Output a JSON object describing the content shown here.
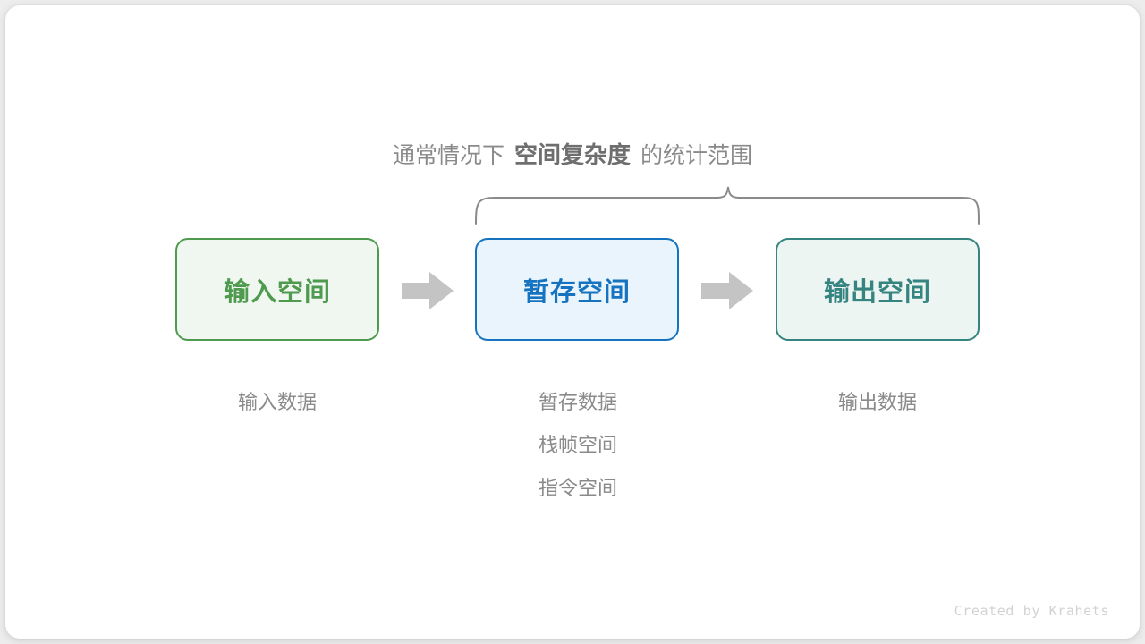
{
  "figure": {
    "background_color": "#ededed",
    "card_color": "#ffffff",
    "watermark": "Created by Krahets"
  },
  "heading": {
    "prefix": "通常情况下",
    "emphasis": "空间复杂度",
    "suffix": "的统计范围",
    "color": "#8a8a8a",
    "emphasis_color": "#6e6e6e"
  },
  "brace": {
    "name": "scope-brace",
    "color": "#8a8a8a",
    "spans_nodes": [
      "暂存空间",
      "输出空间"
    ]
  },
  "nodes": [
    {
      "id": "input",
      "label": "输入空间",
      "border_color": "#4e9a4e",
      "fill_color": "#f0f7f0",
      "text_color": "#4e9a4e"
    },
    {
      "id": "temp",
      "label": "暂存空间",
      "border_color": "#1673c0",
      "fill_color": "#eaf4fc",
      "text_color": "#1673c0"
    },
    {
      "id": "output",
      "label": "输出空间",
      "border_color": "#358480",
      "fill_color": "#edf5f3",
      "text_color": "#358480"
    }
  ],
  "arrows": [
    {
      "id": "arrow-1",
      "from": "input",
      "to": "temp",
      "color": "#c4c4c4"
    },
    {
      "id": "arrow-2",
      "from": "temp",
      "to": "output",
      "color": "#c4c4c4"
    }
  ],
  "captions": {
    "color": "#8a8a8a",
    "input": {
      "lines": [
        "输入数据"
      ]
    },
    "temp": {
      "lines": [
        "暂存数据",
        "栈帧空间",
        "指令空间"
      ]
    },
    "output": {
      "lines": [
        "输出数据"
      ]
    }
  }
}
